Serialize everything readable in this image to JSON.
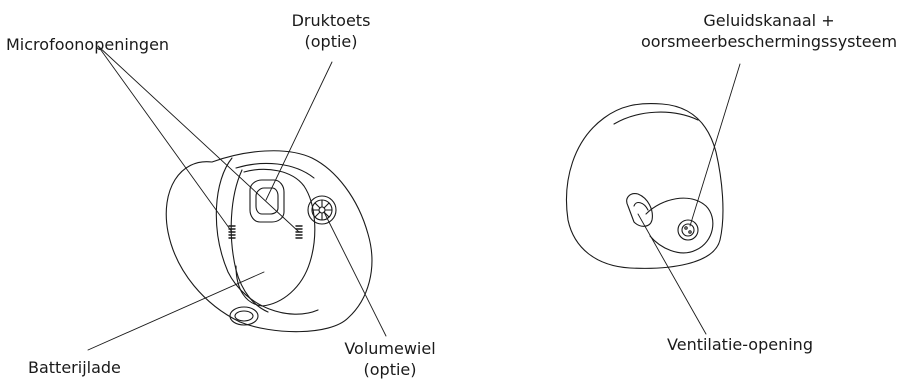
{
  "labels": {
    "microphone_openings": "Microfoonopeningen",
    "push_button_line1": "Druktoets",
    "push_button_line2": "(optie)",
    "sound_channel_line1": "Geluidskanaal +",
    "sound_channel_line2": "oorsmeerbeschermingssysteem",
    "volume_wheel_line1": "Volumewiel",
    "volume_wheel_line2": "(optie)",
    "battery_drawer": "Batterijlade",
    "vent_opening": "Ventilatie-opening"
  },
  "colors": {
    "stroke": "#1a1a1a",
    "background": "#ffffff"
  }
}
